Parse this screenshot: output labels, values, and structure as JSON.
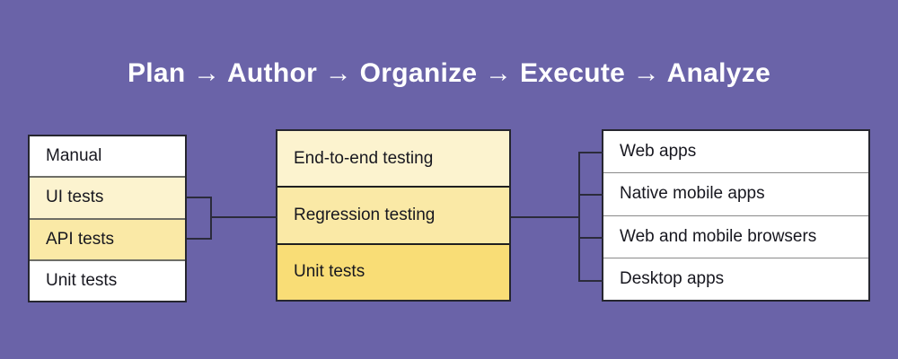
{
  "title": {
    "text": "Plan → Author → Organize → Execute → Analyze"
  },
  "colors": {
    "background": "#6a63a8",
    "title_text": "#ffffff",
    "box_border": "#26262f",
    "row_text": "#17171f",
    "connector_line": "#2b2b3b",
    "white": "#ffffff",
    "yellow_light": "#fcf3cf",
    "yellow_medium": "#fae9a6",
    "yellow_dark": "#f9dd76"
  },
  "left_box": {
    "rows": [
      {
        "label": "Manual",
        "bg": "#ffffff"
      },
      {
        "label": "UI tests",
        "bg": "#fcf3cf"
      },
      {
        "label": "API tests",
        "bg": "#fae9a6"
      },
      {
        "label": "Unit tests",
        "bg": "#ffffff"
      }
    ]
  },
  "middle_box": {
    "rows": [
      {
        "label": "End-to-end testing",
        "bg": "#fcf3cf"
      },
      {
        "label": "Regression testing",
        "bg": "#fae9a6"
      },
      {
        "label": "Unit tests",
        "bg": "#f9dd76"
      }
    ]
  },
  "right_box": {
    "rows": [
      {
        "label": "Web apps",
        "bg": "#ffffff"
      },
      {
        "label": "Native mobile apps",
        "bg": "#ffffff"
      },
      {
        "label": "Web and mobile browsers",
        "bg": "#ffffff"
      },
      {
        "label": "Desktop apps",
        "bg": "#ffffff"
      }
    ]
  }
}
